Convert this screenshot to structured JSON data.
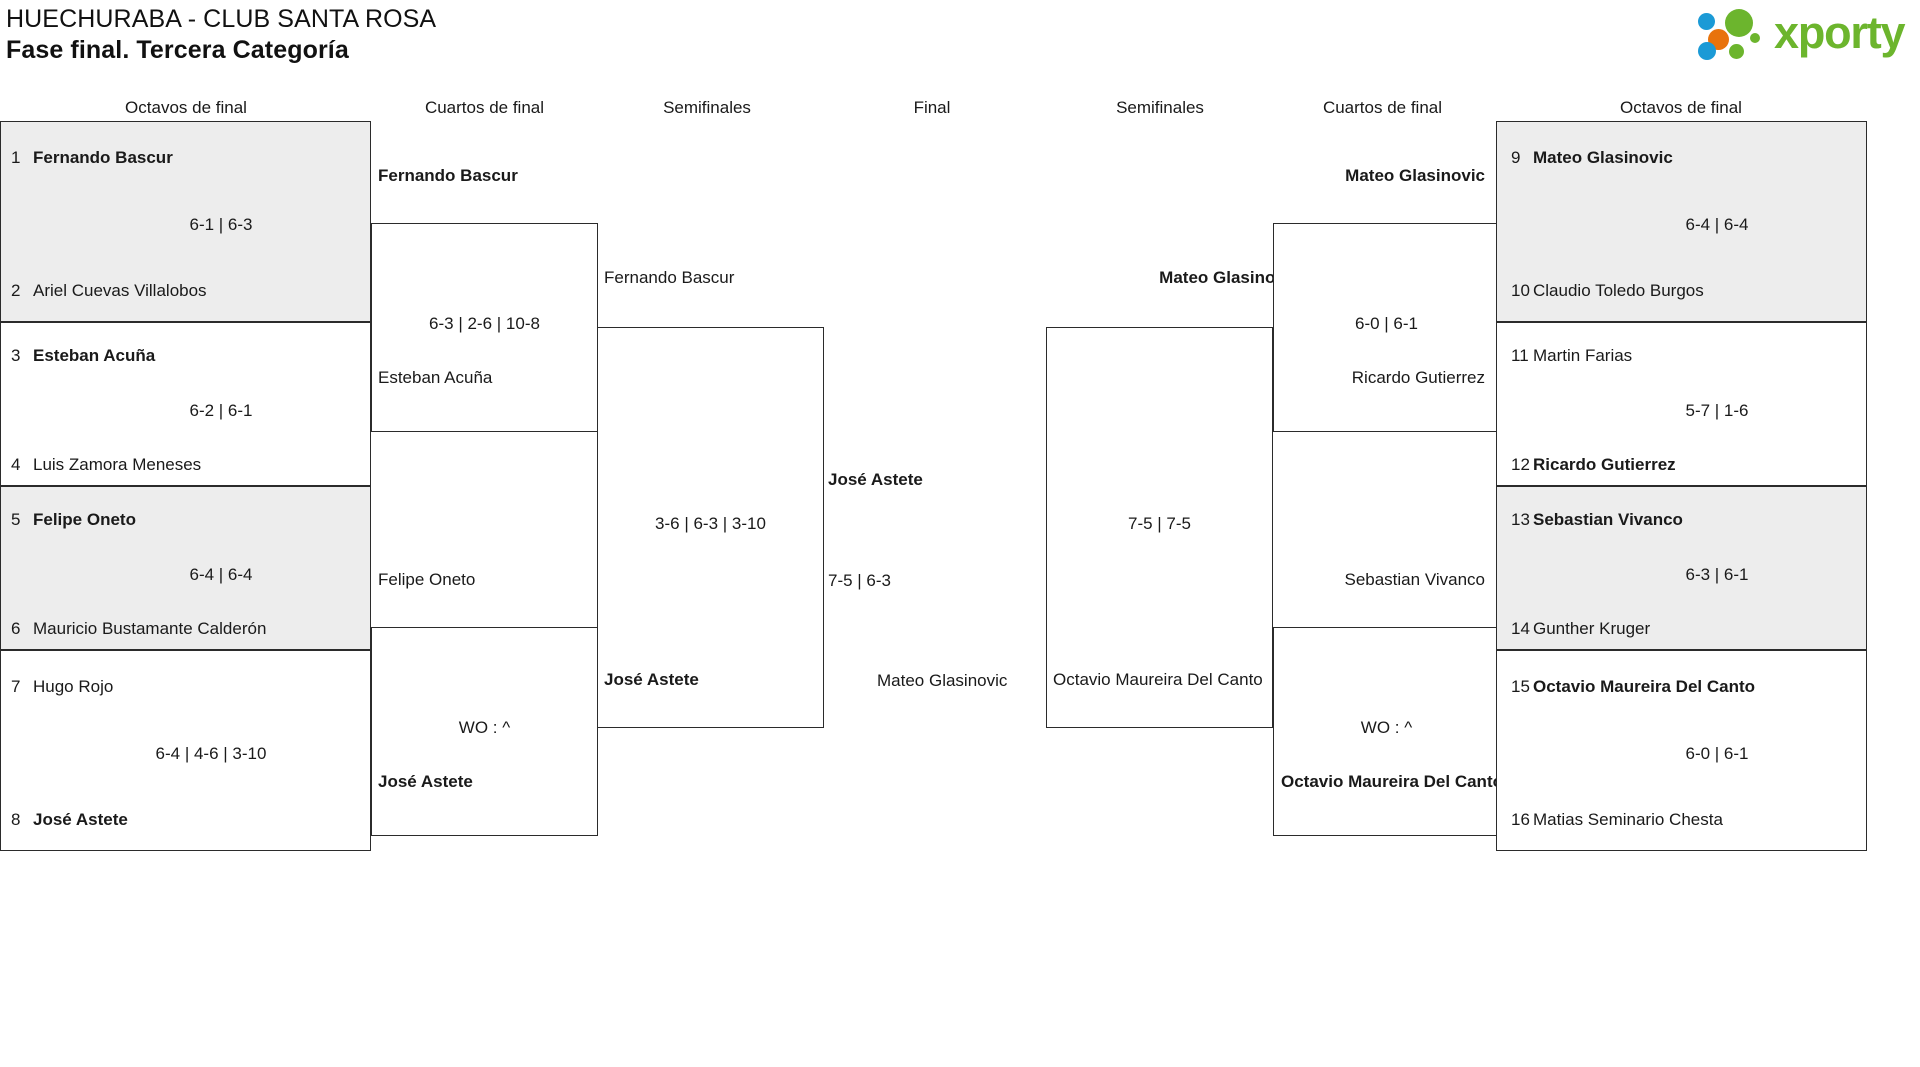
{
  "header": {
    "tournament": "HUECHURABA - CLUB SANTA ROSA",
    "phase": "Fase final. Tercera Categoría",
    "logo_text": "xporty",
    "logo_colors": {
      "green": "#6cb52d",
      "orange": "#e8730c",
      "blue": "#1b9ad6"
    }
  },
  "round_headers": {
    "left_r16": "Octavos de final",
    "left_qf": "Cuartos de final",
    "left_sf": "Semifinales",
    "final": "Final",
    "right_sf": "Semifinales",
    "right_qf": "Cuartos de final",
    "right_r16": "Octavos de final"
  },
  "left_r16": [
    {
      "top_seed": "1",
      "top_name": "Fernando Bascur",
      "top_win": true,
      "bottom_seed": "2",
      "bottom_name": "Ariel Cuevas Villalobos",
      "bottom_win": false,
      "score": "6-1 | 6-3",
      "shaded": true
    },
    {
      "top_seed": "3",
      "top_name": "Esteban Acuña",
      "top_win": true,
      "bottom_seed": "4",
      "bottom_name": "Luis Zamora Meneses",
      "bottom_win": false,
      "score": "6-2 | 6-1",
      "shaded": false
    },
    {
      "top_seed": "5",
      "top_name": "Felipe Oneto",
      "top_win": true,
      "bottom_seed": "6",
      "bottom_name": "Mauricio Bustamante Calderón",
      "bottom_win": false,
      "score": "6-4 | 6-4",
      "shaded": true
    },
    {
      "top_seed": "7",
      "top_name": "Hugo Rojo",
      "top_win": false,
      "bottom_seed": "8",
      "bottom_name": "José Astete",
      "bottom_win": true,
      "score": "6-4 | 4-6 | 3-10",
      "shaded": false
    }
  ],
  "right_r16": [
    {
      "top_seed": "9",
      "top_name": "Mateo Glasinovic",
      "top_win": true,
      "bottom_seed": "10",
      "bottom_name": "Claudio Toledo Burgos",
      "bottom_win": false,
      "score": "6-4 | 6-4",
      "shaded": true
    },
    {
      "top_seed": "11",
      "top_name": "Martin Farias",
      "top_win": false,
      "bottom_seed": "12",
      "bottom_name": "Ricardo Gutierrez",
      "bottom_win": true,
      "score": "5-7 | 1-6",
      "shaded": false
    },
    {
      "top_seed": "13",
      "top_name": "Sebastian Vivanco",
      "top_win": true,
      "bottom_seed": "14",
      "bottom_name": "Gunther Kruger",
      "bottom_win": false,
      "score": "6-3 | 6-1",
      "shaded": true
    },
    {
      "top_seed": "15",
      "top_name": "Octavio Maureira Del Canto",
      "top_win": true,
      "bottom_seed": "16",
      "bottom_name": "Matias Seminario Chesta",
      "bottom_win": false,
      "score": "6-0 | 6-1",
      "shaded": false
    }
  ],
  "left_qf": [
    {
      "top_name": "Fernando Bascur",
      "top_win": true,
      "bottom_name": "Esteban Acuña",
      "bottom_win": false,
      "score": "6-3 | 2-6 | 10-8"
    },
    {
      "top_name": "Felipe Oneto",
      "top_win": false,
      "bottom_name": "José Astete",
      "bottom_win": true,
      "score": "WO : ^"
    }
  ],
  "right_qf": [
    {
      "top_name": "Mateo Glasinovic",
      "top_win": true,
      "bottom_name": "Ricardo Gutierrez",
      "bottom_win": false,
      "score": "6-0 | 6-1"
    },
    {
      "top_name": "Sebastian Vivanco",
      "top_win": false,
      "bottom_name": "Octavio Maureira Del Canto",
      "bottom_win": true,
      "score": "WO : ^"
    }
  ],
  "left_sf": {
    "top_name": "Fernando Bascur",
    "top_win": false,
    "bottom_name": "José Astete",
    "bottom_win": true,
    "score": "3-6 | 6-3 | 3-10"
  },
  "right_sf": {
    "top_name": "Mateo Glasinovic",
    "top_win": true,
    "bottom_name": "Octavio Maureira Del Canto",
    "bottom_win": false,
    "score": "7-5 | 7-5"
  },
  "final": {
    "top_name": "José Astete",
    "top_win": true,
    "bottom_name": "Mateo Glasinovic",
    "bottom_win": false,
    "score": "7-5 | 6-3"
  }
}
